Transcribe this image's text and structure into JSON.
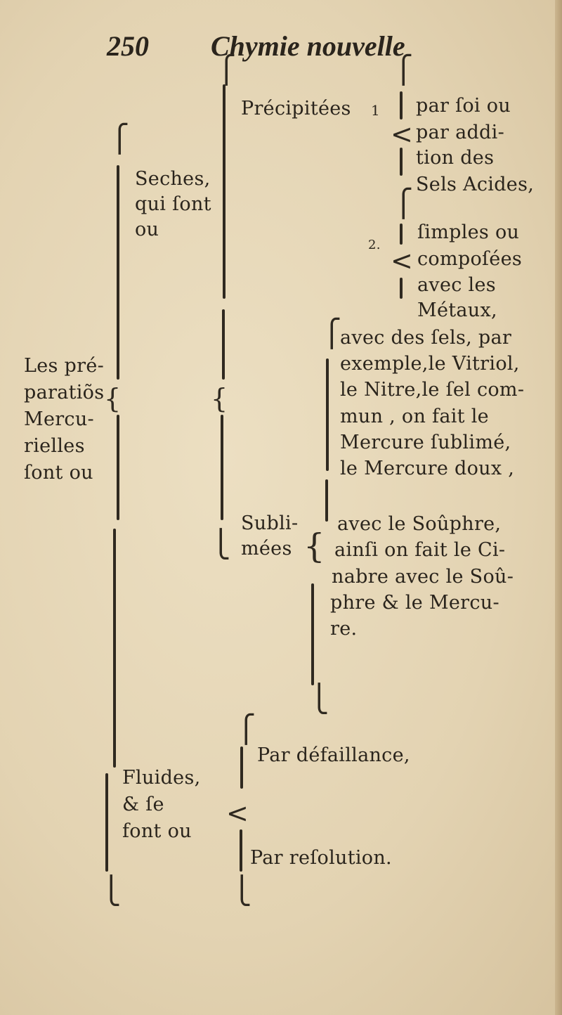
{
  "header": {
    "page_number": "250",
    "running_title": "Chymie nouvelle"
  },
  "root": {
    "lines": [
      "Les pré-",
      "paratiõs",
      "Mercu-",
      "rielles",
      "ſont ou"
    ]
  },
  "seches": {
    "lines": [
      "Seches,",
      "qui ſont",
      "ou"
    ]
  },
  "precipitees": {
    "label": "Précipitées",
    "n1": "1",
    "n1_lines": [
      "par ſoi ou",
      "par addi-",
      "tion des",
      "Sels Acides,"
    ],
    "n2": "2.",
    "n2_lines": [
      "ſimples ou",
      "compoſées",
      "avec les",
      "Métaux,"
    ]
  },
  "sublimees": {
    "lines": [
      "Subli-",
      "mées"
    ],
    "a_lines": [
      "avec des ſels, par",
      "exemple,le Vitriol,",
      "le Nitre,le ſel com-",
      "mun , on fait le",
      "Mercure ſublimé,",
      "le Mercure doux ,"
    ],
    "b_lines": [
      "avec le Soûphre,",
      "ainſi on fait le Ci-",
      "nabre avec le Soû-",
      "phre & le Mercu-",
      "re."
    ]
  },
  "fluides": {
    "lines": [
      "Fluides,",
      "& ſe",
      "font ou"
    ],
    "options": [
      "Par défaillance,",
      "Par reſolution."
    ]
  }
}
